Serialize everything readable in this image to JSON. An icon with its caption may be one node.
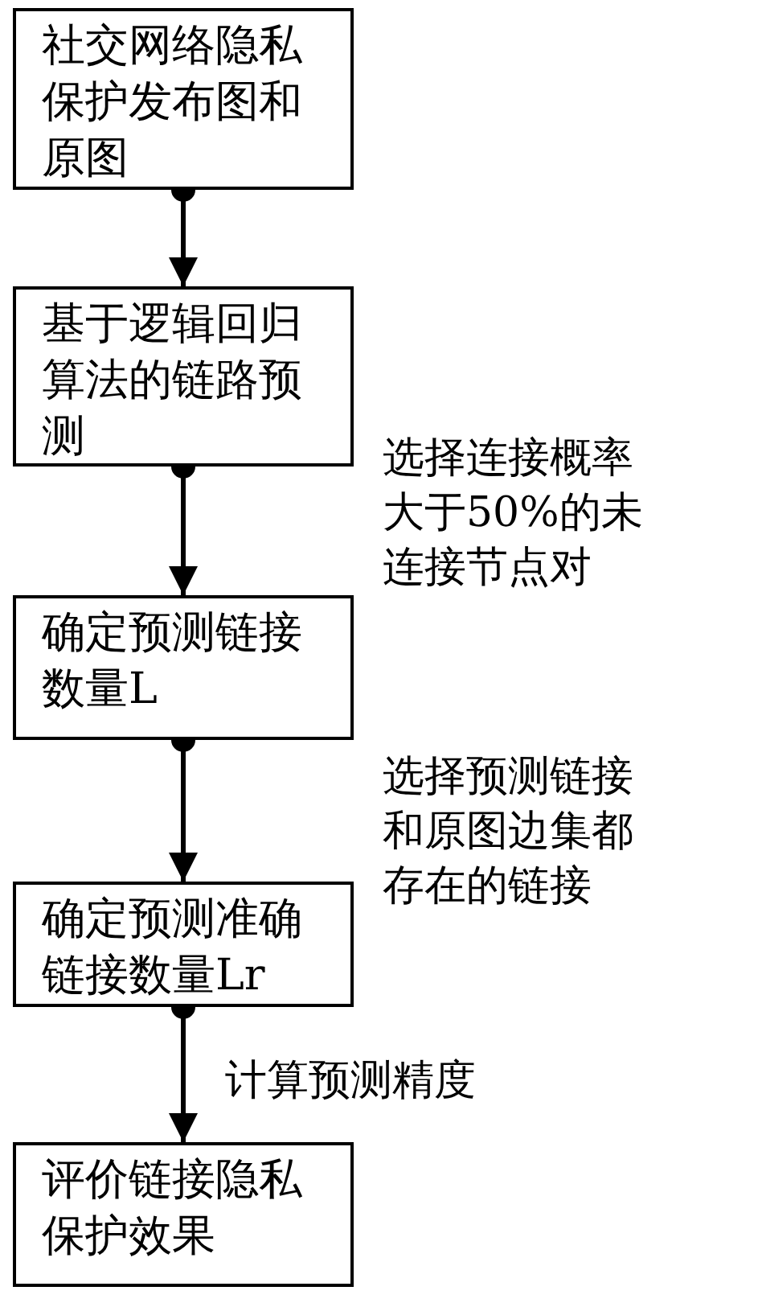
{
  "diagram": {
    "nodes": [
      {
        "text": [
          "社交网络隐私保护发布图和原图"
        ]
      },
      {
        "text": [
          "基于逻辑回归算法的链路预测"
        ]
      },
      {
        "text": [
          "确定预测链接数量L"
        ]
      },
      {
        "text": [
          "确定预测准确链接数量Lr"
        ]
      },
      {
        "text": [
          "评价链接隐私保护效果"
        ]
      }
    ],
    "edges": [
      {
        "from": 0,
        "to": 1,
        "arrow": "to"
      },
      {
        "from": 1,
        "to": 2,
        "arrow": "to",
        "label": "选择连接概率大于50%的未连接节点对"
      },
      {
        "from": 2,
        "to": 3,
        "arrow": "to",
        "label": "选择预测链接和原图边集都存在的链接"
      },
      {
        "from": 3,
        "to": 4,
        "arrow": "to",
        "label": "计算预测精度"
      }
    ]
  }
}
